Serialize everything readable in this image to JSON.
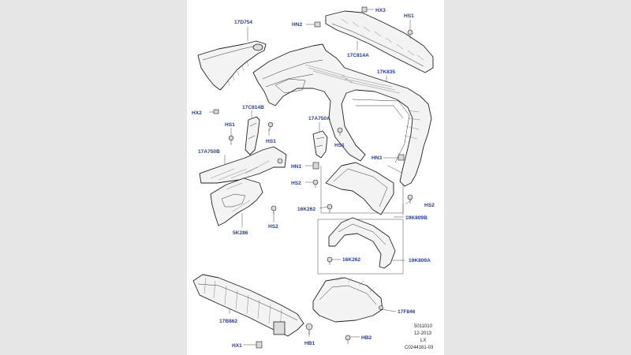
{
  "labels": {
    "17D754": "17D754",
    "HX2": "HX2",
    "HS1_left": "HS1",
    "17C814B": "17C814B",
    "HS1_mid": "HS1",
    "17A750B": "17A750B",
    "5K286": "5K286",
    "HS2_left": "HS2",
    "HN2": "HN2",
    "HX3": "HX3",
    "HS1_top": "HS1",
    "17C814A": "17C814A",
    "17K835": "17K835",
    "17A750A": "17A750A",
    "HS1_center": "HS1",
    "HN1": "HN1",
    "HS2_center": "HS2",
    "HN3": "HN3",
    "HS2_right": "HS2",
    "16K262_upper": "16K262",
    "19K809B": "19K809B",
    "16K262_lower": "16K262",
    "19K809A": "19K809A",
    "17F846": "17F846",
    "17B862": "17B862",
    "HX1": "HX1",
    "HB1": "HB1",
    "HB2": "HB2"
  },
  "footer": {
    "code": "5011010",
    "date": "12-2013",
    "model": "LX",
    "illustration_id": "C0244161-03"
  }
}
